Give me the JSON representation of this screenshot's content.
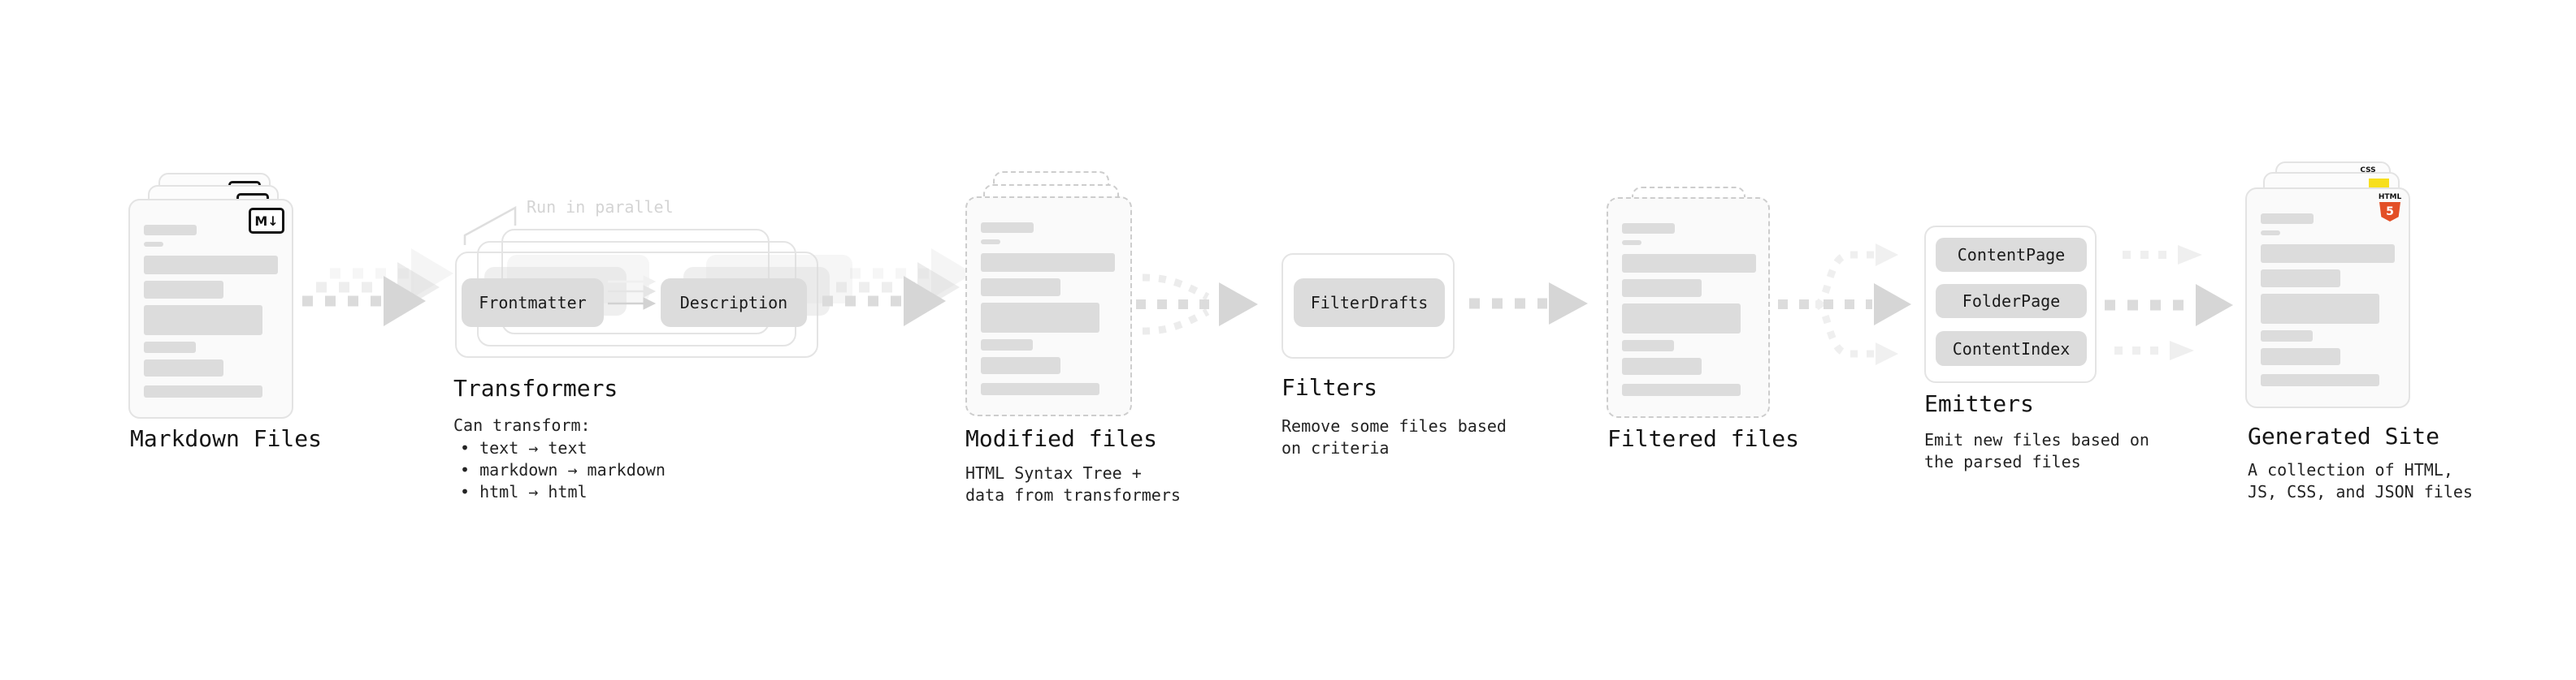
{
  "diagram": {
    "stages": {
      "markdown": {
        "label": "Markdown Files",
        "icon": "M↓"
      },
      "transformers": {
        "callout": "Run in parallel",
        "pill_from": "Frontmatter",
        "pill_to": "Description",
        "heading": "Transformers",
        "desc_intro": "Can transform:",
        "bullets": [
          "• text → text",
          "• markdown → markdown",
          "• html → html"
        ]
      },
      "modified": {
        "heading": "Modified files",
        "desc_line1": "HTML Syntax Tree +",
        "desc_line2": "data from transformers"
      },
      "filters": {
        "pill": "FilterDrafts",
        "heading": "Filters",
        "desc_line1": "Remove some files based",
        "desc_line2": "on criteria"
      },
      "filtered": {
        "heading": "Filtered files"
      },
      "emitters": {
        "pills": [
          "ContentPage",
          "FolderPage",
          "ContentIndex"
        ],
        "heading": "Emitters",
        "desc_line1": "Emit new files based on",
        "desc_line2": "the parsed files"
      },
      "generated": {
        "heading": "Generated Site",
        "desc_line1": "A collection of HTML,",
        "desc_line2": "JS, CSS, and JSON files",
        "html5_icon_label": "HTML",
        "html5_icon_number": "5",
        "css_icon_label": "CSS"
      }
    },
    "colors": {
      "html5_orange": "#e34f26",
      "js_yellow": "#f7df1e",
      "css_blue": "#2965f1",
      "skeleton_gray": "#dcdcdc",
      "arrow_gray": "#d9d9d9",
      "text": "#1a1a1a",
      "muted": "#d4d4d4"
    }
  }
}
